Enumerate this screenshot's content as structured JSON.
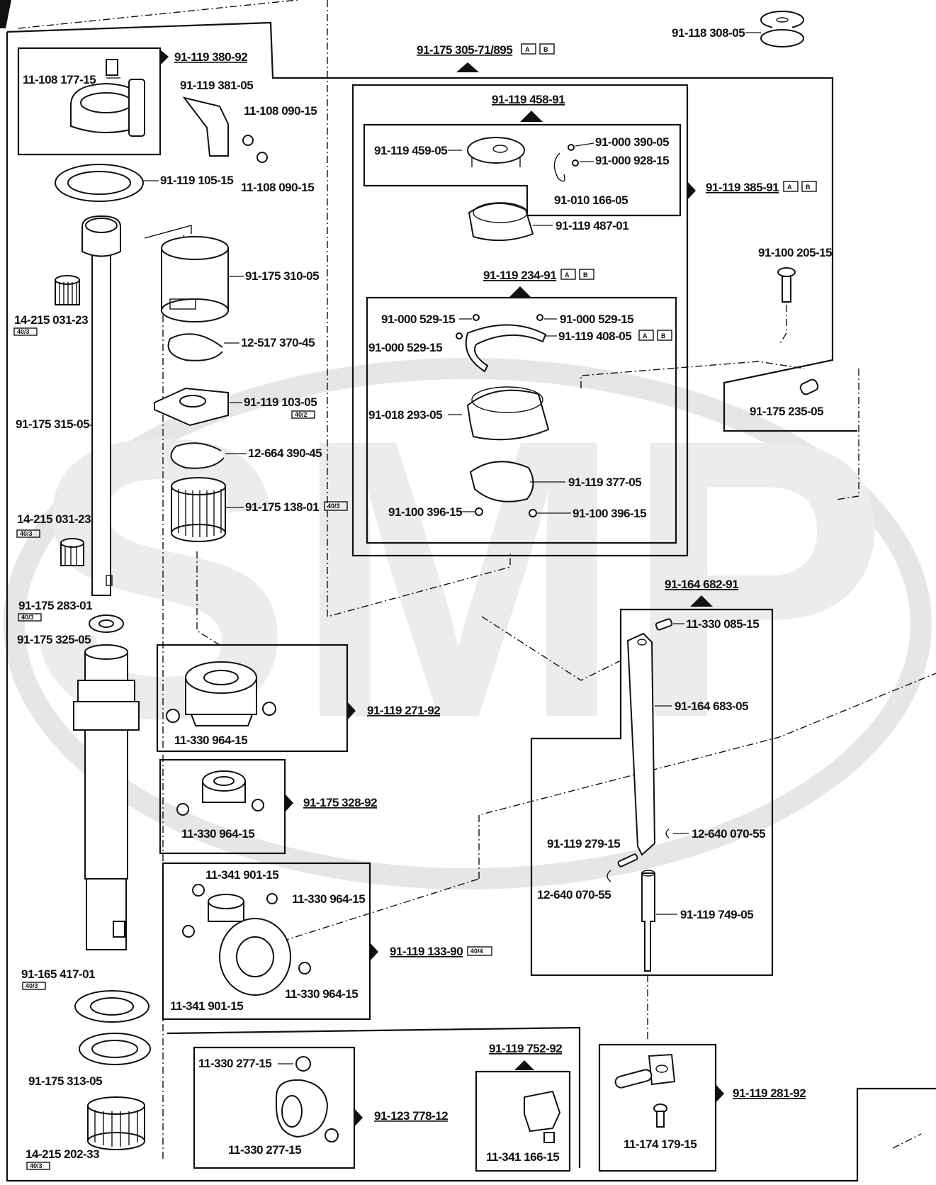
{
  "watermark": "SMP",
  "labels": {
    "set_380_92": "91-119 380-92",
    "p_177_15": "11-108 177-15",
    "p_381_05": "91-119 381-05",
    "p_090_15a": "11-108 090-15",
    "p_090_15b": "11-108 090-15",
    "p_105_15": "91-119 105-15",
    "p_031_23a": "14-215 031-23",
    "tag_031_23a": "40/3",
    "p_315_05": "91-175 315-05",
    "p_031_23b": "14-215 031-23",
    "tag_031_23b": "40/3",
    "p_283_01": "91-175 283-01",
    "tag_283_01": "40/3",
    "p_325_05": "91-175 325-05",
    "p_417_01": "91-165 417-01",
    "tag_417_01": "40/3",
    "p_313_05": "91-175 313-05",
    "p_202_33": "14-215 202-33",
    "tag_202_33": "40/3",
    "p_310_05": "91-175 310-05",
    "p_370_45": "12-517 370-45",
    "p_103_05": "91-119 103-05",
    "tag_103_05": "40/2",
    "p_390_45": "12-664 390-45",
    "p_138_01": "91-175 138-01",
    "tag_138_01": "40/3",
    "set_271_92": "91-119 271-92",
    "p_964_15a": "11-330 964-15",
    "set_328_92": "91-175 328-92",
    "p_964_15b": "11-330 964-15",
    "p_901_15a": "11-341 901-15",
    "p_964_15c": "11-330 964-15",
    "set_133_90": "91-119 133-90",
    "tag_133_90": "40/4",
    "p_964_15d": "11-330 964-15",
    "p_901_15b": "11-341 901-15",
    "p_277_15a": "11-330 277-15",
    "set_778_12": "91-123 778-12",
    "p_277_15b": "11-330 277-15",
    "set_752_92": "91-119 752-92",
    "p_166_15": "11-341 166-15",
    "set_305": "91-175 305-71/895",
    "tag_A": "A",
    "tag_B": "B",
    "p_308_05": "91-118 308-05",
    "set_458_91": "91-119 458-91",
    "p_459_05": "91-119 459-05",
    "p_390_05": "91-000 390-05",
    "p_928_15": "91-000 928-15",
    "p_166_05": "91-010 166-05",
    "set_385_91": "91-119 385-91",
    "p_487_01": "91-119 487-01",
    "set_234_91": "91-119 234-91",
    "p_529_15a": "91-000 529-15",
    "p_529_15b": "91-000 529-15",
    "p_529_15c": "91-000 529-15",
    "p_408_05": "91-119 408-05",
    "p_293_05": "91-018 293-05",
    "p_377_05": "91-119 377-05",
    "p_396_15a": "91-100 396-15",
    "p_396_15b": "91-100 396-15",
    "p_205_15": "91-100 205-15",
    "p_235_05": "91-175 235-05",
    "set_682_91": "91-164 682-91",
    "p_085_15": "11-330 085-15",
    "p_683_05": "91-164 683-05",
    "p_279_15": "91-119 279-15",
    "p_070_55a": "12-640 070-55",
    "p_070_55b": "12-640 070-55",
    "p_749_05": "91-119 749-05",
    "set_281_92": "91-119 281-92",
    "p_179_15": "11-174 179-15"
  }
}
